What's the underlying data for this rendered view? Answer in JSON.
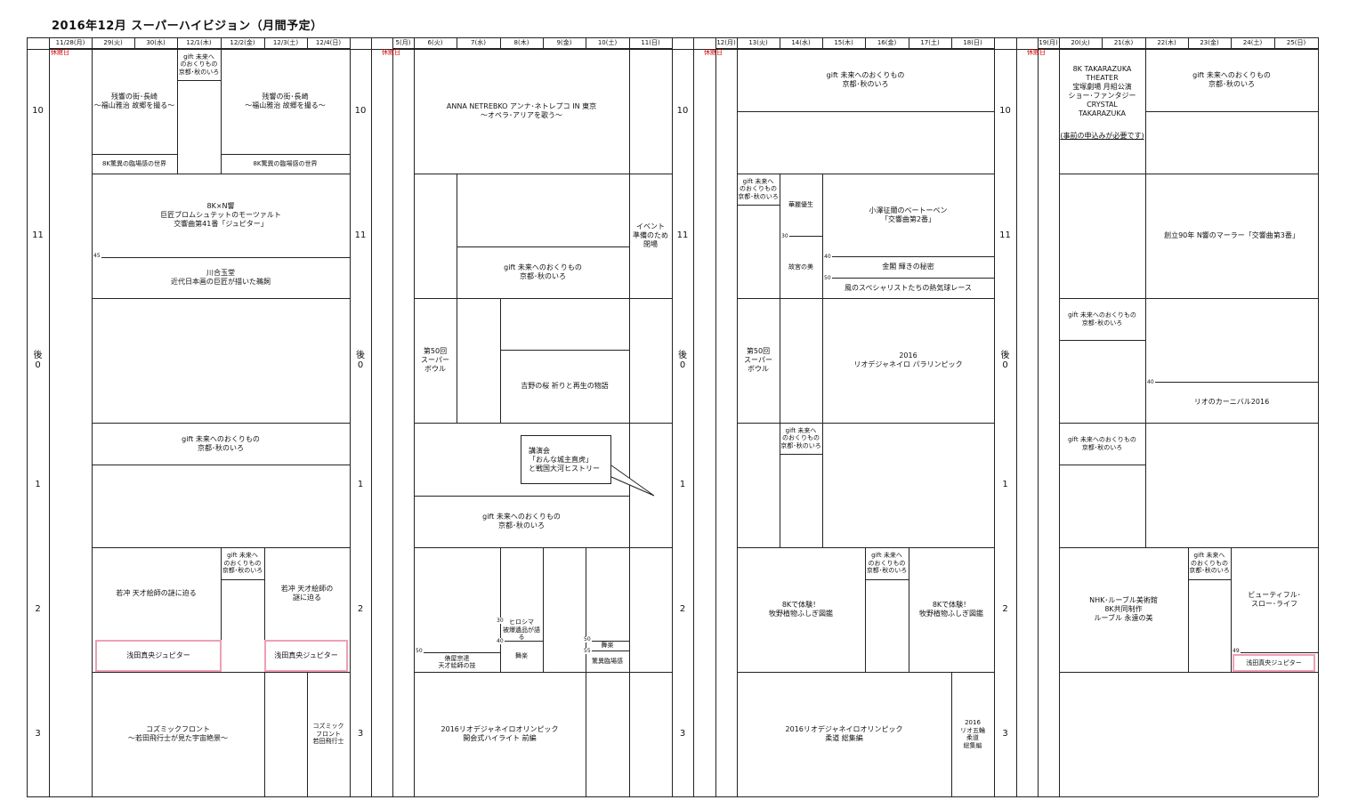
{
  "title": "2016年12月 スーパーハイビジョン（月間予定）",
  "closed_label": "休館日",
  "hours": [
    "10",
    "11",
    "後\n0",
    "1",
    "2",
    "3"
  ],
  "weeks": [
    {
      "days": [
        "11/28(月)",
        "29(火)",
        "30(水)",
        "12/1(木)",
        "12/2(金)",
        "12/3(土)",
        "12/4(日)"
      ]
    },
    {
      "days": [
        "5(月)",
        "6(火)",
        "7(水)",
        "8(木)",
        "9(金)",
        "10(土)",
        "11(日)"
      ]
    },
    {
      "days": [
        "12(月)",
        "13(火)",
        "14(水)",
        "15(木)",
        "16(金)",
        "17(土)",
        "18(日)"
      ]
    },
    {
      "days": [
        "19(月)",
        "20(火)",
        "21(水)",
        "22(木)",
        "23(金)",
        "24(土)",
        "25(日)"
      ]
    }
  ],
  "programs": {
    "gift_full": "gift 未来へのおくりもの\n京都･秋のいろ",
    "gift_narrow": "gift 未来へ\nのおくりもの\n京都･秋のいろ",
    "zankyo": "残響の街･長崎\n～福山雅治 故郷を撮る～",
    "rinjo": "8K驚異の臨場感の世界",
    "n_kyo": "8K×N響\n巨匠ブロムシュテットのモーツァルト\n交響曲第41番「ジュピター」",
    "kawai": "川合玉堂\n近代日本画の巨匠が描いた鵜飼",
    "jakuchu": "若冲 天才絵師の謎に迫る",
    "jakuchu_narrow": "若冲 天才絵師の\n謎に迫る",
    "asada": "浅田真央ジュピター",
    "cosmic": "コズミックフロント\n～若田飛行士が見た宇宙絶景～",
    "cosmic_narrow": "コズミック\nフロント\n若田飛行士",
    "anna": "ANNA NETREBKO アンナ･ネトレプコ IN 東京\n～オペラ･アリアを歌う～",
    "event": "イベント\n準備のため\n閉場",
    "superbowl": "第50回\nスーパー\nボウル",
    "yoshino": "吉野の桜 祈りと再生の物語",
    "lecture": "講演会\n「おんな城主直虎」\nと戦国大河ヒストリー",
    "hiroshima": "ヒロシマ\n被爆遺品が語る",
    "butai": "舞楽",
    "kyoi_short": "驚異臨場感",
    "tawaraya": "俵屋宗達\n天才絵師の技",
    "rio_open": "2016リオデジャネイロオリンピック\n開会式ハイライト 前編",
    "kahei": "華麗優生",
    "kokyu": "故宮の美",
    "ozawa": "小澤征爾のベートーベン\n「交響曲第2番」",
    "kinkaku": "金閣 輝きの秘密",
    "kaze": "風のスペシャリストたちの熱気球レース",
    "rio_para": "2016\nリオデジャネイロ パラリンピック",
    "makino": "8Kで体験！\n牧野植物ふしぎ図鑑",
    "rio_judo": "2016リオデジャネイロオリンピック\n柔道 総集編",
    "rio_judo_narrow": "2016\nリオ五輪\n柔道\n総集編",
    "takarazuka": "8K TAKARAZUKA\nTHEATER\n宝塚劇場 月組公演\nショー･ファンタジー\nCRYSTAL\nTAKARAZUKA",
    "takarazuka_note": "(事前の申込みが必要です)",
    "mahler": "創立90年 N響のマーラー「交響曲第3番」",
    "carnival": "リオのカーニバル2016",
    "louvre": "NHK･ルーブル美術館\n8K共同制作\nルーブル 永遠の美",
    "beautiful": "ビューティフル･\nスロー･ライフ"
  },
  "times": {
    "m45": "45",
    "m30": "30",
    "m40": "40",
    "m50": "50",
    "m55": "55",
    "m49": "49"
  }
}
